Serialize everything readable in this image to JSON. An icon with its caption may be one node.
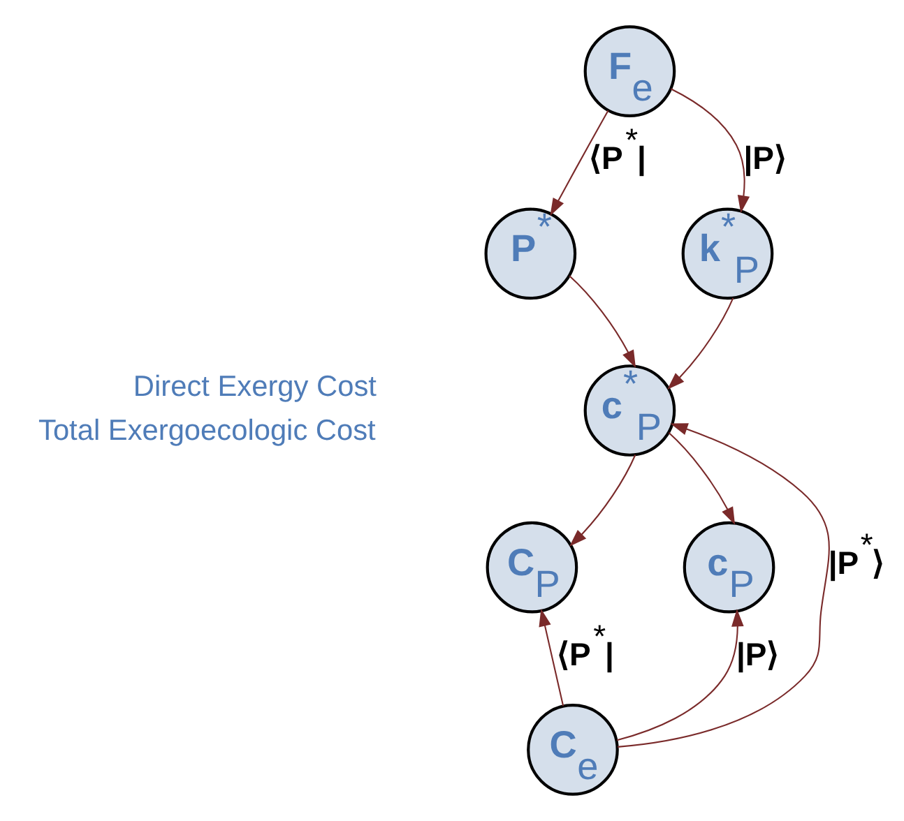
{
  "diagram": {
    "nodes": [
      {
        "text": [
          "F$_{e}$"
        ]
      },
      {
        "text": [
          "P$^{*}$"
        ]
      },
      {
        "text": [
          "k$^{*}$$_{P}$"
        ]
      },
      {
        "text": [
          "c$^{*}$$_{P}$"
        ]
      },
      {
        "text": [
          "C$_{P}$"
        ]
      },
      {
        "text": [
          "c$_{P}$"
        ]
      },
      {
        "text": [
          "C$_{e}$"
        ]
      }
    ],
    "edges": [
      {
        "from": 0,
        "to": 1,
        "arrow": "to",
        "label": "⟨P$^{*}$|"
      },
      {
        "from": 0,
        "to": 2,
        "arrow": "to",
        "label": "|P⟩"
      },
      {
        "from": 1,
        "to": 3,
        "arrow": "to"
      },
      {
        "from": 2,
        "to": 3,
        "arrow": "to"
      },
      {
        "from": 3,
        "to": 4,
        "arrow": "to"
      },
      {
        "from": 3,
        "to": 5,
        "arrow": "to"
      },
      {
        "from": 6,
        "to": 4,
        "arrow": "to",
        "label": "⟨P$^{*}$|"
      },
      {
        "from": 6,
        "to": 3,
        "arrow": "to",
        "label": "|P$^{*}$⟩"
      },
      {
        "from": 6,
        "to": 5,
        "arrow": "to",
        "label": "|P⟩"
      }
    ],
    "labels": [
      "Direct Exergy Cost",
      "Total Exergoecologic Cost"
    ]
  }
}
